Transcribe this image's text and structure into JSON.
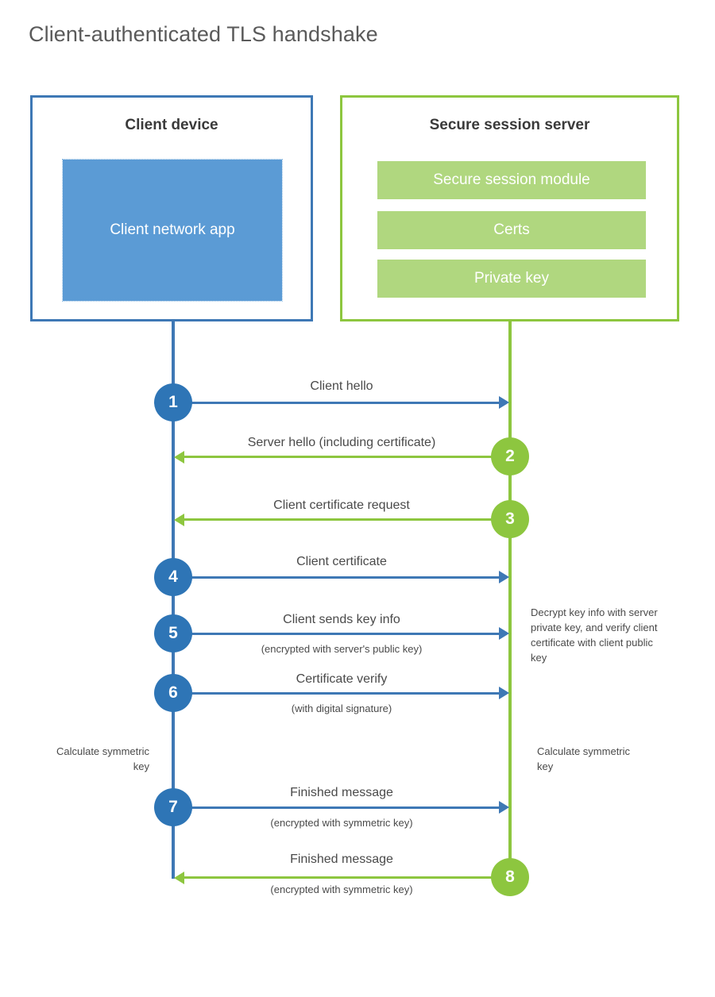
{
  "title": "Client-authenticated TLS handshake",
  "colors": {
    "client_border": "#3E78B5",
    "client_fill": "#5B9BD5",
    "client_circle": "#2E75B6",
    "server_border": "#8DC63F",
    "server_fill": "#B0D77F",
    "server_circle": "#8DC63F",
    "title_text": "#5A5A5A",
    "body_text": "#4A4A4A",
    "background": "#FFFFFF"
  },
  "client": {
    "title": "Client device",
    "app_label": "Client network app"
  },
  "server": {
    "title": "Secure session server",
    "items": [
      {
        "label": "Secure session module"
      },
      {
        "label": "Certs"
      },
      {
        "label": "Private key"
      }
    ]
  },
  "steps": [
    {
      "number": "1",
      "label": "Client hello",
      "sub": "",
      "from": "client",
      "direction": "right"
    },
    {
      "number": "2",
      "label": "Server hello (including certificate)",
      "sub": "",
      "from": "server",
      "direction": "left"
    },
    {
      "number": "3",
      "label": "Client certificate request",
      "sub": "",
      "from": "server",
      "direction": "left"
    },
    {
      "number": "4",
      "label": "Client certificate",
      "sub": "",
      "from": "client",
      "direction": "right"
    },
    {
      "number": "5",
      "label": "Client sends key info",
      "sub": "(encrypted with server's public key)",
      "from": "client",
      "direction": "right"
    },
    {
      "number": "6",
      "label": "Certificate verify",
      "sub": "(with digital signature)",
      "from": "client",
      "direction": "right"
    },
    {
      "number": "7",
      "label": "Finished message",
      "sub": "(encrypted with symmetric key)",
      "from": "client",
      "direction": "right"
    },
    {
      "number": "8",
      "label": "Finished message",
      "sub": "(encrypted with symmetric key)",
      "from": "server",
      "direction": "left"
    }
  ],
  "notes": {
    "server_decrypt": "Decrypt key info with server private key, and verify client certificate with client public key",
    "client_calculate": "Calculate symmetric key",
    "server_calculate": "Calculate symmetric key"
  }
}
